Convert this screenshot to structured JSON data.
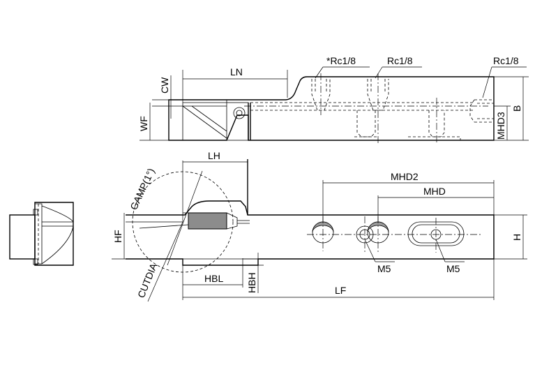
{
  "labels": {
    "ln": "LN",
    "cw": "CW",
    "wf": "WF",
    "rc1": "*Rc1/8",
    "rc2": "Rc1/8",
    "rc3": "Rc1/8",
    "b": "B",
    "mhd3": "MHD3",
    "lh": "LH",
    "gamp": "GAMP(1°)",
    "hf": "HF",
    "cutdia": "CUTDIA",
    "hbl": "HBL",
    "hbh": "HBH",
    "lf": "LF",
    "mhd2": "MHD2",
    "mhd": "MHD",
    "h": "H",
    "m5a": "M5",
    "m5b": "M5"
  }
}
